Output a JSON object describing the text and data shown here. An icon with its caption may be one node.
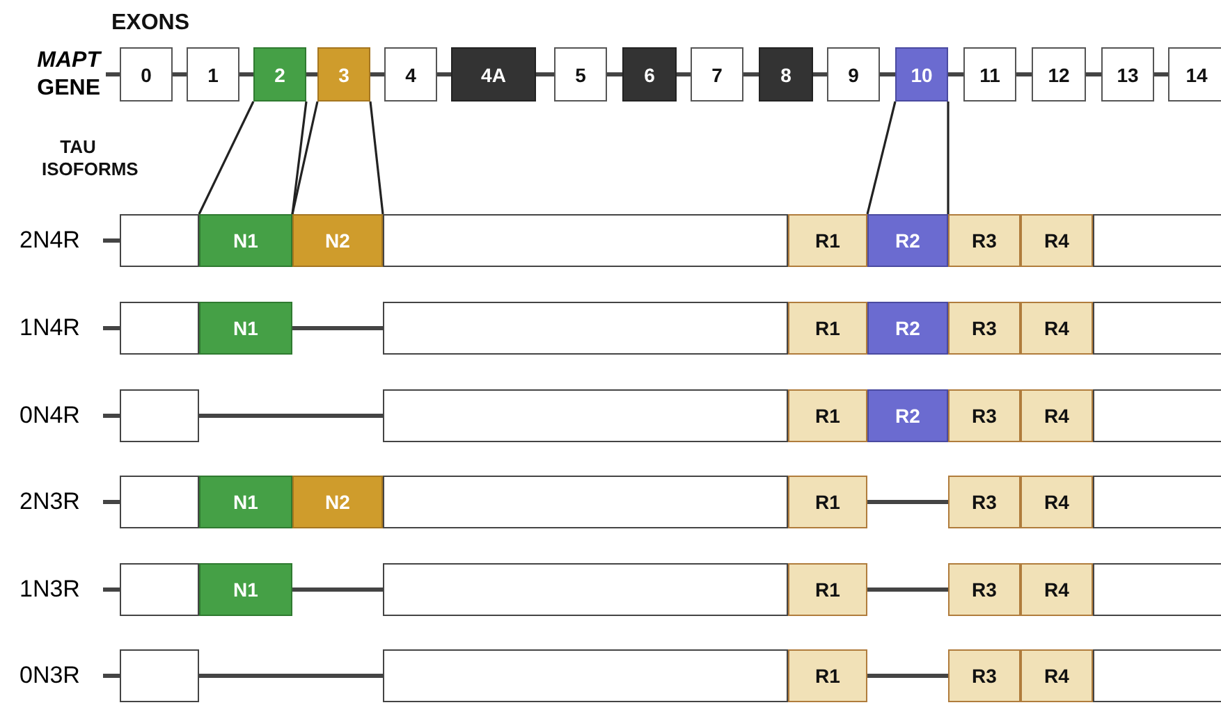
{
  "diagram": {
    "nodes": [
      {
        "text": [
          "*MAPT* GENE"
        ]
      },
      {
        "text": [
          "0"
        ]
      },
      {
        "text": [
          "1"
        ]
      },
      {
        "text": [
          "2"
        ]
      },
      {
        "text": [
          "3"
        ]
      },
      {
        "text": [
          "4"
        ]
      },
      {
        "text": [
          "4A"
        ]
      },
      {
        "text": [
          "5"
        ]
      },
      {
        "text": [
          "6"
        ]
      },
      {
        "text": [
          "7"
        ]
      },
      {
        "text": [
          "8"
        ]
      },
      {
        "text": [
          "9"
        ]
      },
      {
        "text": [
          "10"
        ]
      },
      {
        "text": [
          "11"
        ]
      },
      {
        "text": [
          "12"
        ]
      },
      {
        "text": [
          "13"
        ]
      },
      {
        "text": [
          "14"
        ]
      },
      {
        "text": [
          "2N4R"
        ]
      },
      {
        "text": [],
        "shape": "box"
      },
      {
        "text": [
          "N1"
        ]
      },
      {
        "text": [
          "N2"
        ]
      },
      {
        "text": [],
        "shape": "box"
      },
      {
        "text": [
          "R1"
        ]
      },
      {
        "text": [
          "R2"
        ]
      },
      {
        "text": [
          "R3"
        ]
      },
      {
        "text": [
          "R4"
        ]
      },
      {
        "text": [],
        "shape": "box"
      },
      {
        "text": [
          "1N4R"
        ]
      },
      {
        "text": [],
        "shape": "box"
      },
      {
        "text": [
          "N1"
        ]
      },
      {
        "text": [],
        "shape": "box"
      },
      {
        "text": [
          "R1"
        ]
      },
      {
        "text": [
          "R2"
        ]
      },
      {
        "text": [
          "R3"
        ]
      },
      {
        "text": [
          "R4"
        ]
      },
      {
        "text": [],
        "shape": "box"
      },
      {
        "text": [
          "0N4R"
        ]
      },
      {
        "text": [],
        "shape": "box"
      },
      {
        "text": [],
        "shape": "box"
      },
      {
        "text": [
          "R1"
        ]
      },
      {
        "text": [
          "R2"
        ]
      },
      {
        "text": [
          "R3"
        ]
      },
      {
        "text": [
          "R4"
        ]
      },
      {
        "text": [],
        "shape": "box"
      },
      {
        "text": [
          "2N3R"
        ]
      },
      {
        "text": [],
        "shape": "box"
      },
      {
        "text": [
          "N1"
        ]
      },
      {
        "text": [
          "N2"
        ]
      },
      {
        "text": [],
        "shape": "box"
      },
      {
        "text": [
          "R1"
        ]
      },
      {
        "text": [
          "R3"
        ]
      },
      {
        "text": [
          "R4"
        ]
      },
      {
        "text": [],
        "shape": "box"
      },
      {
        "text": [
          "1N3R"
        ]
      },
      {
        "text": [],
        "shape": "box"
      },
      {
        "text": [
          "N1"
        ]
      },
      {
        "text": [],
        "shape": "box"
      },
      {
        "text": [
          "R1"
        ]
      },
      {
        "text": [
          "R3"
        ]
      },
      {
        "text": [
          "R4"
        ]
      },
      {
        "text": [],
        "shape": "box"
      },
      {
        "text": [
          "0N3R"
        ]
      },
      {
        "text": [],
        "shape": "box"
      },
      {
        "text": [],
        "shape": "box"
      },
      {
        "text": [
          "R1"
        ]
      },
      {
        "text": [
          "R3"
        ]
      },
      {
        "text": [
          "R4"
        ]
      },
      {
        "text": [],
        "shape": "box"
      }
    ],
    "edges": [
      {
        "from": 0,
        "to": 1,
        "arrow": "none"
      },
      {
        "from": 1,
        "to": 2,
        "arrow": "none"
      },
      {
        "from": 2,
        "to": 3,
        "arrow": "none"
      },
      {
        "from": 3,
        "to": 4,
        "arrow": "none"
      },
      {
        "from": 4,
        "to": 5,
        "arrow": "none"
      },
      {
        "from": 5,
        "to": 6,
        "arrow": "none"
      },
      {
        "from": 6,
        "to": 7,
        "arrow": "none"
      },
      {
        "from": 7,
        "to": 8,
        "arrow": "none"
      },
      {
        "from": 8,
        "to": 9,
        "arrow": "none"
      },
      {
        "from": 9,
        "to": 10,
        "arrow": "none"
      },
      {
        "from": 10,
        "to": 11,
        "arrow": "none"
      },
      {
        "from": 11,
        "to": 12,
        "arrow": "none"
      },
      {
        "from": 12,
        "to": 13,
        "arrow": "none"
      },
      {
        "from": 13,
        "to": 14,
        "arrow": "none"
      },
      {
        "from": 14,
        "to": 15,
        "arrow": "none"
      },
      {
        "from": 15,
        "to": 16,
        "arrow": "none"
      },
      {
        "from": 3,
        "to": 19,
        "arrow": "none"
      },
      {
        "from": 3,
        "to": 19,
        "arrow": "none"
      },
      {
        "from": 4,
        "to": 20,
        "arrow": "none"
      },
      {
        "from": 4,
        "to": 20,
        "arrow": "none"
      },
      {
        "from": 12,
        "to": 23,
        "arrow": "none"
      },
      {
        "from": 12,
        "to": 23,
        "arrow": "none"
      },
      {
        "from": 17,
        "to": 18,
        "arrow": "none"
      },
      {
        "from": 27,
        "to": 28,
        "arrow": "none"
      },
      {
        "from": 29,
        "to": 30,
        "arrow": "none"
      },
      {
        "from": 36,
        "to": 37,
        "arrow": "none"
      },
      {
        "from": 37,
        "to": 38,
        "arrow": "none"
      },
      {
        "from": 44,
        "to": 45,
        "arrow": "none"
      },
      {
        "from": 49,
        "to": 50,
        "arrow": "none"
      },
      {
        "from": 53,
        "to": 54,
        "arrow": "none"
      },
      {
        "from": 55,
        "to": 56,
        "arrow": "none"
      },
      {
        "from": 57,
        "to": 58,
        "arrow": "none"
      },
      {
        "from": 61,
        "to": 62,
        "arrow": "none"
      },
      {
        "from": 62,
        "to": 63,
        "arrow": "none"
      },
      {
        "from": 64,
        "to": 65,
        "arrow": "none"
      }
    ],
    "labels": [
      "EXONS",
      "TAU ISOFORMS"
    ]
  }
}
